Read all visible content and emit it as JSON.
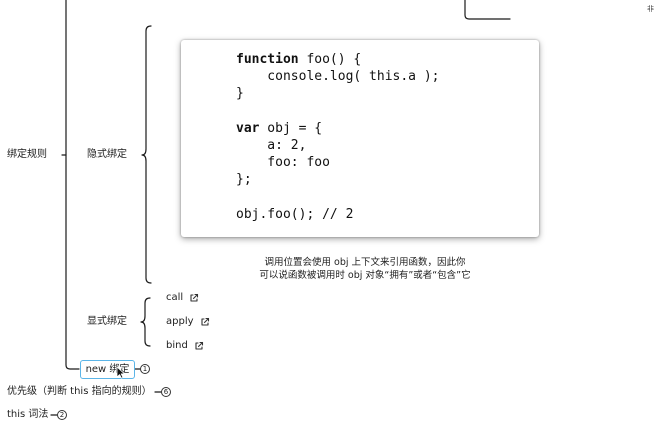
{
  "root": {
    "label": "绑定规则"
  },
  "implicit": {
    "label": "隐式绑定",
    "code_lines": [
      {
        "kw": "function",
        "rest": " foo() {"
      },
      {
        "kw": "",
        "rest": "    console.log( this.a );"
      },
      {
        "kw": "",
        "rest": "}"
      },
      {
        "kw": "",
        "rest": ""
      },
      {
        "kw": "var",
        "rest": " obj = {"
      },
      {
        "kw": "",
        "rest": "    a: 2,"
      },
      {
        "kw": "",
        "rest": "    foo: foo"
      },
      {
        "kw": "",
        "rest": "};"
      },
      {
        "kw": "",
        "rest": ""
      },
      {
        "kw": "",
        "rest": "obj.foo(); // 2"
      }
    ],
    "note_lines": [
      "调用位置会使用 obj 上下文来引用函数，因此你",
      "可以说函数被调用时 obj 对象“拥有”或者“包含”它"
    ]
  },
  "explicit": {
    "label": "显式绑定",
    "children": [
      "call",
      "apply",
      "bind"
    ],
    "link_icon": "external-link-icon"
  },
  "new_binding": {
    "label": "new 绑定",
    "badge": "1",
    "cursor_icon": "mouse-pointer-icon"
  },
  "priority": {
    "label": "优先级（判断 this 指向的规则）",
    "badge": "6"
  },
  "lexical": {
    "label": "this 词法",
    "badge": "2"
  },
  "edge_text": "非",
  "colors": {
    "selection_border": "#5bb5e8",
    "line": "#1a1a1a"
  }
}
